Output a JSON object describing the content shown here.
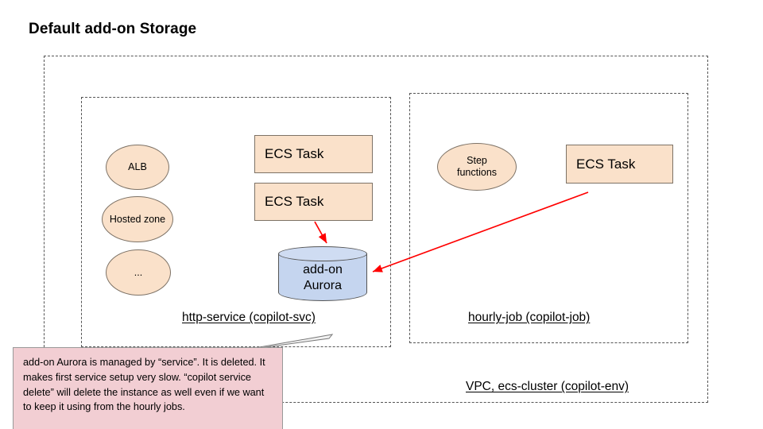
{
  "title": "Default add-on Storage",
  "diagram": {
    "type": "architecture-diagram",
    "containers": [
      {
        "id": "vpc",
        "label": "VPC, ecs-cluster  (copilot-env)",
        "style": "dashed"
      },
      {
        "id": "http-service",
        "label": "http-service (copilot-svc)",
        "style": "dashed"
      },
      {
        "id": "hourly-job",
        "label": "hourly-job (copilot-job)",
        "style": "dashed"
      }
    ],
    "nodes": {
      "alb": "ALB",
      "hosted_zone": "Hosted zone",
      "ellipsis": "...",
      "ecs_task_1": "ECS Task",
      "ecs_task_2": "ECS Task",
      "step_functions": "Step functions",
      "ecs_task_3": "ECS Task",
      "aurora": "add-on Aurora"
    },
    "edges": [
      {
        "from": "ecs_task_2",
        "to": "aurora",
        "color": "#ff0000"
      },
      {
        "from": "ecs_task_3",
        "to": "aurora",
        "color": "#ff0000"
      }
    ],
    "callout": {
      "text": "add-on Aurora is managed by “service”. It is deleted. It makes first service setup very slow. “copilot service delete” will delete the instance as well even if we want to keep it using from the hourly jobs.",
      "background": "#f2ced3"
    },
    "colors": {
      "node_fill": "#fae1ca",
      "node_stroke": "#7d7266",
      "db_fill": "#c5d5ef",
      "db_stroke": "#555555",
      "arrow": "#ff0000",
      "container_stroke": "#555555"
    }
  }
}
